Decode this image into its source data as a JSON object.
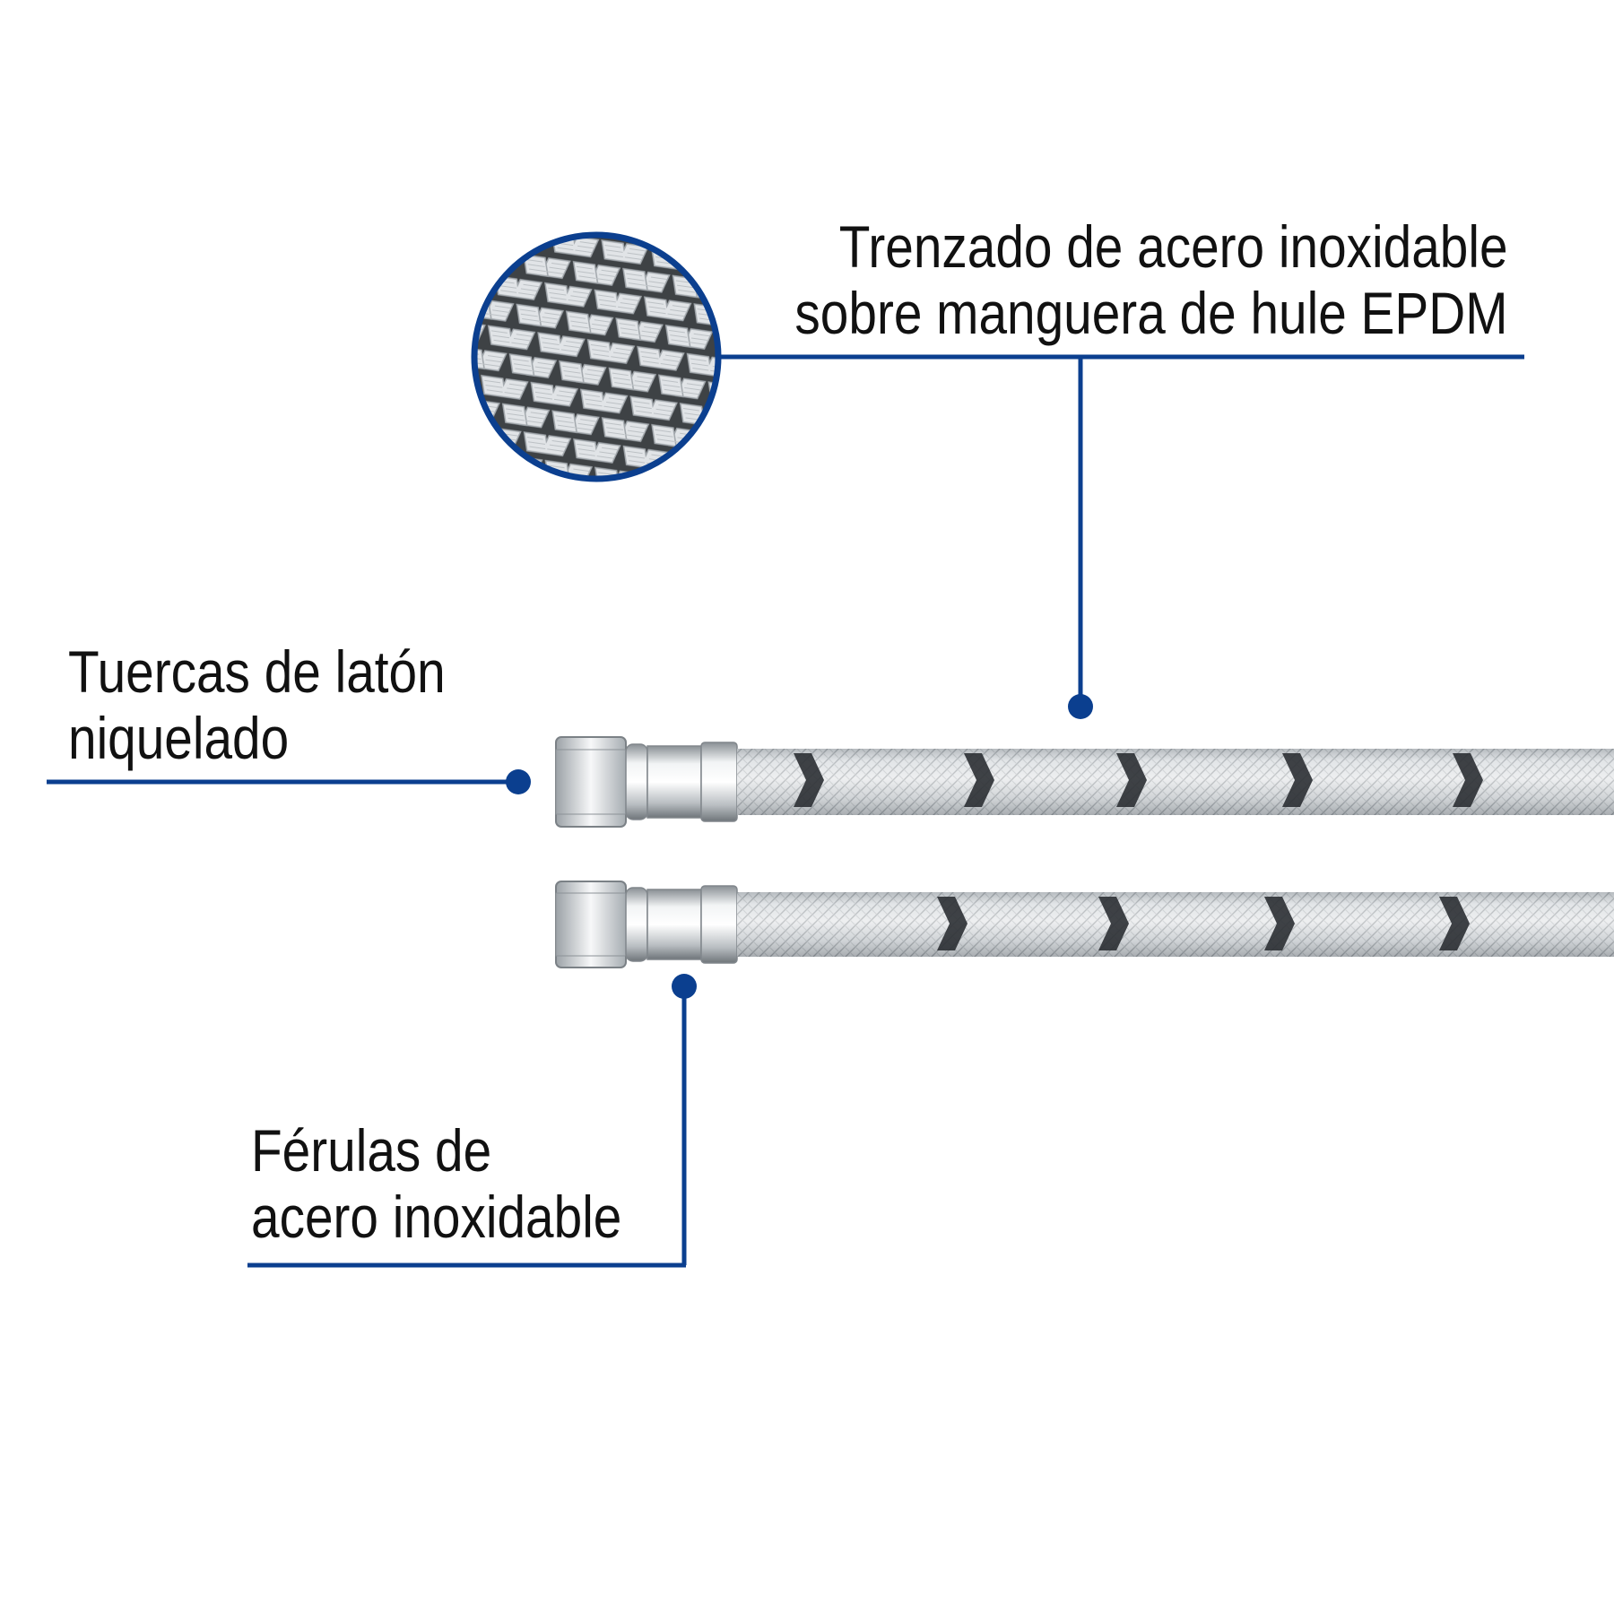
{
  "callouts": {
    "braid": {
      "line1": "Trenzado de acero inoxidable",
      "line2": "sobre manguera de hule EPDM"
    },
    "nuts": {
      "line1": "Tuercas de latón",
      "line2": "niquelado"
    },
    "ferrules": {
      "line1": "Férulas de",
      "line2": "acero inoxidable"
    }
  },
  "colors": {
    "accent": "#0b3f8f",
    "text": "#111111",
    "steel_light": "#e6e8ea",
    "steel_dark": "#6f7478",
    "weave_dark": "#2b2f33"
  },
  "icons": {
    "zoom": "braid-closeup-icon",
    "marker": "callout-dot-icon"
  }
}
